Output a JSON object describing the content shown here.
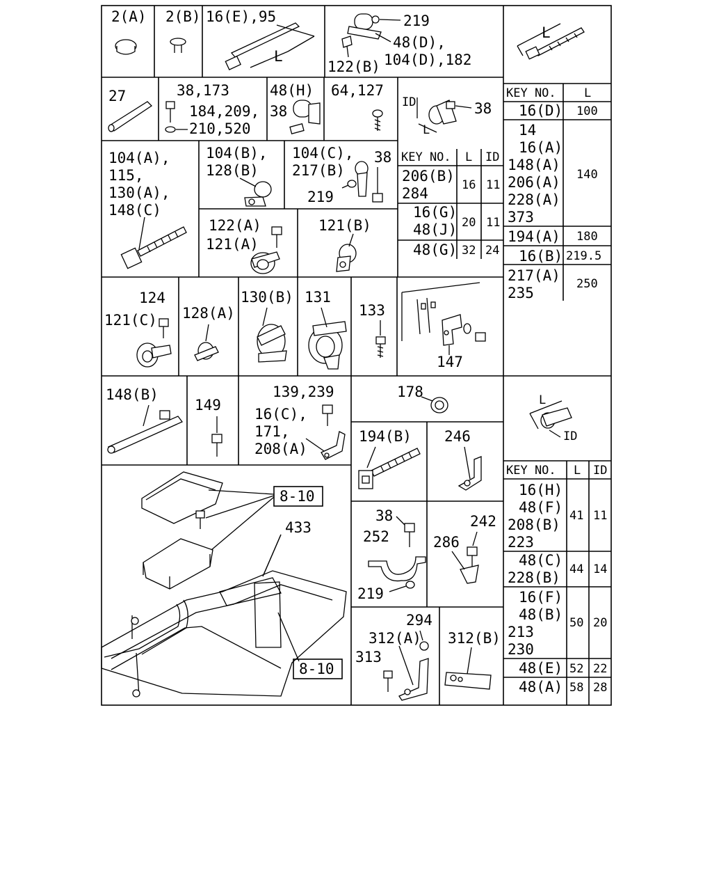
{
  "cells": {
    "r1c1": "2(A)",
    "r1c2": "2(B)",
    "r1c3": "16(E),95",
    "r1c3_dim": "L",
    "r1c4": {
      "a": "219",
      "b": "48(D),",
      "c": "104(D),182",
      "d": "122(B)"
    },
    "r2c1": "27",
    "r2c2": {
      "a": "38,173",
      "b": "184,209,",
      "c": "210,520"
    },
    "r2c3": {
      "a": "48(H)",
      "b": "38"
    },
    "r2c4": "64,127",
    "r2c5": {
      "id": "ID",
      "l": "L",
      "n": "38"
    },
    "r3c1": [
      "104(A),",
      "115,",
      "130(A),",
      "148(C)"
    ],
    "r3c2": [
      "104(B),",
      "128(B)"
    ],
    "r3c3": {
      "a": "104(C),",
      "b": "217(B)",
      "c": "38",
      "d": "219"
    },
    "r4c1": {
      "a": "122(A)",
      "b": "121(A)"
    },
    "r4c2": "121(B)",
    "r5c1": {
      "a": "124",
      "b": "121(C)"
    },
    "r5c2": "128(A)",
    "r5c3": "130(B)",
    "r5c4": "131",
    "r5c5": "133",
    "r5c6": "147",
    "r6c1": "148(B)",
    "r6c2": "149",
    "r6c3": [
      "139,239",
      "16(C),",
      "171,",
      "208(A)"
    ],
    "r6c4": "178",
    "r7": {
      "a": "194(B)",
      "b": "246"
    },
    "r8": {
      "a": "38",
      "b": "252",
      "c": "219",
      "d": "242",
      "e": "286"
    },
    "r9": {
      "a": "294",
      "b": "312(A)",
      "c": "313",
      "d": "312(B)"
    },
    "assembly": {
      "ref1": "8-10",
      "ref2": "8-10",
      "p433": "433"
    }
  },
  "tableA": {
    "dim": "L",
    "headers": [
      "KEY NO.",
      "L"
    ],
    "rows": [
      {
        "keys": [
          "16(D)"
        ],
        "l": "100"
      },
      {
        "keys": [
          "14",
          "16(A)",
          "148(A)",
          "206(A)",
          "228(A)",
          "373"
        ],
        "l": "140"
      },
      {
        "keys": [
          "194(A)"
        ],
        "l": "180"
      },
      {
        "keys": [
          "16(B)"
        ],
        "l": "219.5"
      },
      {
        "keys": [
          "217(A)",
          "235"
        ],
        "l": "250"
      }
    ]
  },
  "tableB": {
    "headers": [
      "KEY NO.",
      "L",
      "ID"
    ],
    "rows": [
      {
        "keys": [
          "206(B)",
          "284"
        ],
        "l": "16",
        "id": "11"
      },
      {
        "keys": [
          "16(G)",
          "48(J)"
        ],
        "l": "20",
        "id": "11"
      },
      {
        "keys": [
          "48(G)"
        ],
        "l": "32",
        "id": "24"
      }
    ]
  },
  "tableC": {
    "dim_l": "L",
    "dim_id": "ID",
    "headers": [
      "KEY NO.",
      "L",
      "ID"
    ],
    "rows": [
      {
        "keys": [
          "16(H)",
          "48(F)",
          "208(B)",
          "223"
        ],
        "l": "41",
        "id": "11"
      },
      {
        "keys": [
          "48(C)",
          "228(B)"
        ],
        "l": "44",
        "id": "14"
      },
      {
        "keys": [
          "16(F)",
          "48(B)",
          "213",
          "230"
        ],
        "l": "50",
        "id": "20"
      },
      {
        "keys": [
          "48(E)"
        ],
        "l": "52",
        "id": "22"
      },
      {
        "keys": [
          "48(A)"
        ],
        "l": "58",
        "id": "28"
      }
    ]
  }
}
